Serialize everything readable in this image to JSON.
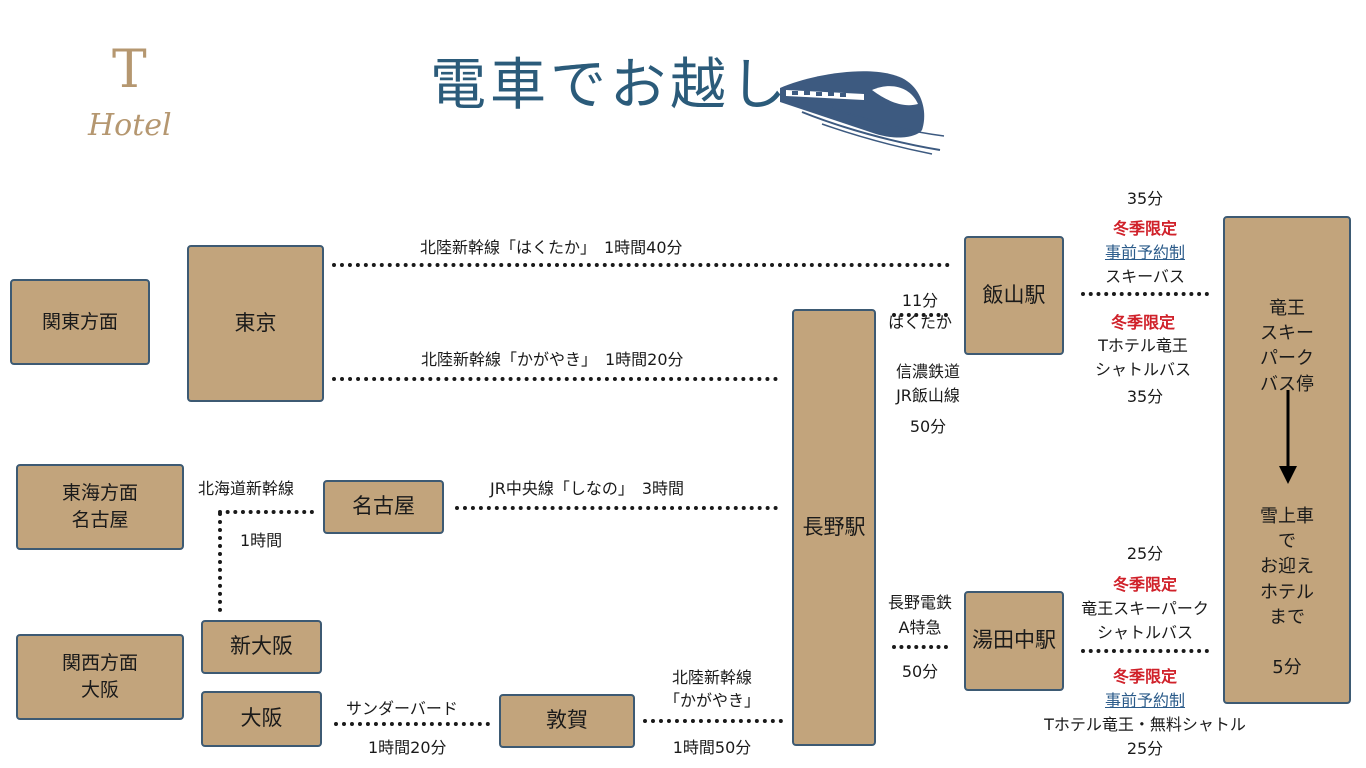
{
  "logo": {
    "letter": "T",
    "word": "Hotel"
  },
  "title": "電車でお越し",
  "regions": {
    "kanto": "関東方面",
    "tokai": "東海方面\n名古屋",
    "kansai": "関西方面\n大阪"
  },
  "stations": {
    "tokyo": "東京",
    "nagoya": "名古屋",
    "shin_osaka": "新大阪",
    "osaka": "大阪",
    "tsuruga": "敦賀",
    "nagano": "長野駅",
    "iiyama": "飯山駅",
    "yudanaka": "湯田中駅",
    "ryuoo_bus": "竜王\nスキーパーク\nバス停",
    "snow_car": "雪上車で\nお迎え\nホテルまで\n\n5分"
  },
  "routes": {
    "tokyo_iiyama": "北陸新幹線「はくたか」　1時間40分",
    "tokyo_nagano": "北陸新幹線「かがやき」　1時間20分",
    "nagoya_nagano": "JR中央線「しなの」　3時間",
    "tokai_line": "北海道新幹線",
    "tokai_time": "1時間",
    "osaka_line": "サンダーバード",
    "osaka_time": "1時間20分",
    "tsuruga_line_1": "北陸新幹線",
    "tsuruga_line_2": "「かがやき」",
    "tsuruga_time": "1時間50分",
    "nagano_iiyama_time": "11分",
    "nagano_iiyama_train": "はくたか",
    "nagano_iiyama_alt_1": "信濃鉄道",
    "nagano_iiyama_alt_2": "JR飯山線",
    "nagano_iiyama_alt_time": "50分",
    "nagano_yudanaka_1": "長野電鉄",
    "nagano_yudanaka_2": "A特急",
    "nagano_yudanaka_time": "50分"
  },
  "iiyama_bus": {
    "top_time": "35分",
    "limited": "冬季限定",
    "reservation": "事前予約制",
    "ski_bus": "スキーバス",
    "limited_2": "冬季限定",
    "shuttle_1": "Tホテル竜王",
    "shuttle_2": "シャトルバス",
    "bottom_time": "35分"
  },
  "yudanaka_bus": {
    "top_time": "25分",
    "limited": "冬季限定",
    "shuttle_1": "竜王スキーパーク",
    "shuttle_2": "シャトルバス",
    "limited_2": "冬季限定",
    "reservation": "事前予約制",
    "free_shuttle": "Tホテル竜王・無料シャトル",
    "bottom_time": "25分"
  },
  "colors": {
    "box_fill": "#c2a47c",
    "box_border": "#3d5a73",
    "accent_red": "#d0212a",
    "title_blue": "#2b5b7a",
    "logo_gold": "#b59770"
  }
}
